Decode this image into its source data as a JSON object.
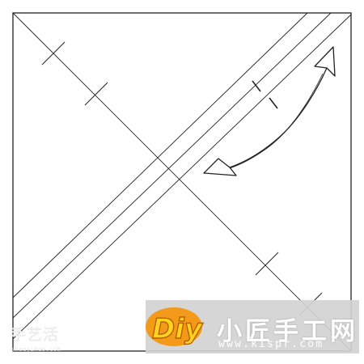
{
  "watermark": {
    "logo_text": "Diy",
    "site_name": "小匠手工网",
    "site_url": "www.kispr.com",
    "left_text": "手艺活",
    "left_url": "shouyihuo.com"
  },
  "colors": {
    "line": "#222222",
    "banner": "#d3d3d3",
    "logo_orange": "#f39a1a",
    "logo_yellow": "#ffd21f"
  },
  "icons": [
    "double-headed-curved-arrow-icon"
  ]
}
